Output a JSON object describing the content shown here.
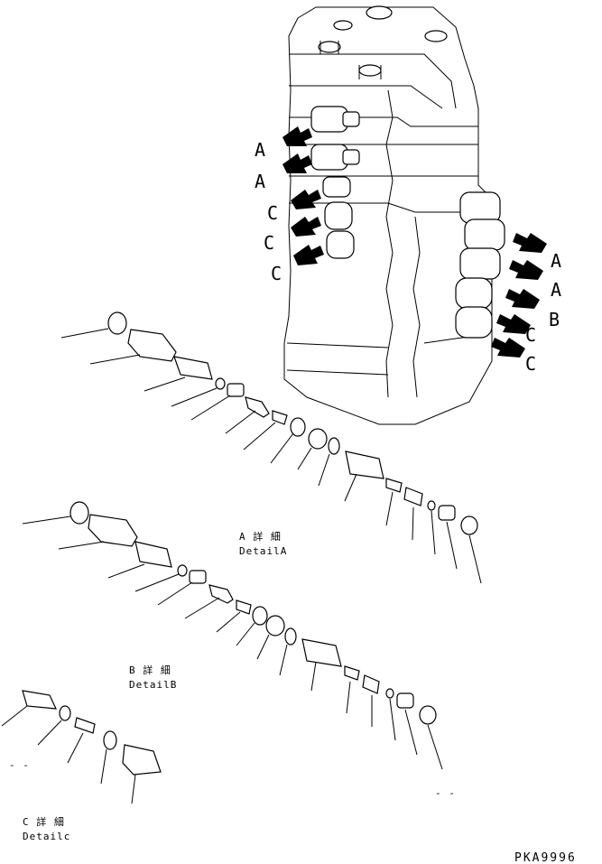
{
  "callouts": {
    "left": [
      "A",
      "A",
      "C",
      "C",
      "C"
    ],
    "right": [
      "A",
      "A",
      "B",
      "C",
      "C"
    ]
  },
  "details": {
    "a": {
      "jp": "A 詳 細",
      "en": "DetailA"
    },
    "b": {
      "jp": "B 詳 細",
      "en": "DetailB"
    },
    "c": {
      "jp": "C 詳 細",
      "en": "Detailc"
    }
  },
  "blank_marks": [
    "- -",
    "- -"
  ],
  "code": "PKA9996"
}
